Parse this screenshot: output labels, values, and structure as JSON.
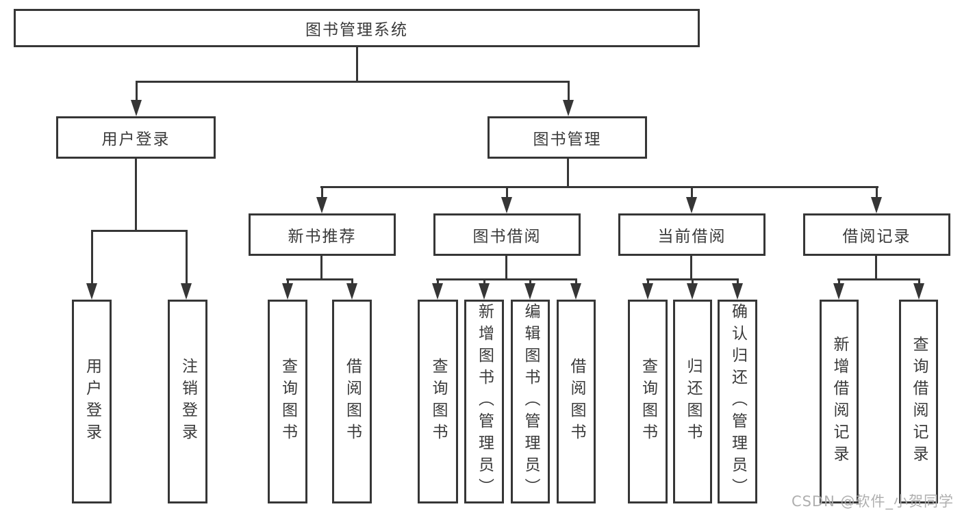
{
  "diagram": {
    "root": {
      "label": "图书管理系统"
    },
    "level2": {
      "user_login": {
        "label": "用户登录"
      },
      "book_mgmt": {
        "label": "图书管理"
      }
    },
    "level3": {
      "new_books": {
        "label": "新书推荐"
      },
      "book_borrow": {
        "label": "图书借阅"
      },
      "current_borrow": {
        "label": "当前借阅"
      },
      "borrow_records": {
        "label": "借阅记录"
      }
    },
    "leaves": {
      "login_user": {
        "label": "用户登录"
      },
      "logout": {
        "label": "注销登录"
      },
      "rec_query": {
        "label": "查询图书"
      },
      "rec_borrow": {
        "label": "借阅图书"
      },
      "bor_query": {
        "label": "查询图书"
      },
      "bor_add": {
        "label": "新增图书（管理员）"
      },
      "bor_edit": {
        "label": "编辑图书（管理员）"
      },
      "bor_borrow": {
        "label": "借阅图书"
      },
      "cur_query": {
        "label": "查询图书"
      },
      "cur_return": {
        "label": "归还图书"
      },
      "cur_confirm": {
        "label": "确认归还（管理员）"
      },
      "rcd_add": {
        "label": "新增借阅记录"
      },
      "rcd_query": {
        "label": "查询借阅记录"
      }
    }
  },
  "watermark": {
    "text": "CSDN @软件_小贺同学"
  },
  "colors": {
    "line": "#363636",
    "text": "#3a3a3a",
    "watermark": "#ababab",
    "background": "#ffffff"
  }
}
